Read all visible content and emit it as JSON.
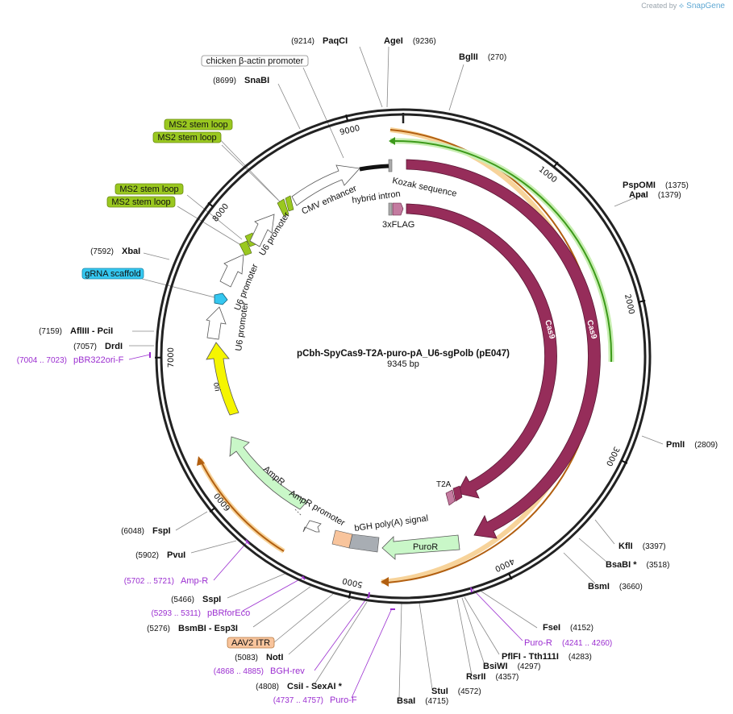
{
  "credit": {
    "prefix": "Created by",
    "brand": "SnapGene"
  },
  "plasmid": {
    "name": "pCbh-SpyCas9-T2A-puro-pA_U6-sgPolb (pE047)",
    "size_label": "9345 bp",
    "total_bp": 9345
  },
  "colors": {
    "cas9": "#962d5a",
    "flag": "#c47ba0",
    "ms2": "#9ac820",
    "ori": "#f5f500",
    "ampr": "#c9f7c8",
    "scaffold": "#35c7f0",
    "itr": "#f8c49c",
    "bgh": "#a8adb3",
    "orange_track": "#f2a33a",
    "green_track": "#3c9a1a",
    "primer": "#9b2ed0"
  },
  "ticks": [
    {
      "label": "1000",
      "bp": 1000
    },
    {
      "label": "2000",
      "bp": 2000
    },
    {
      "label": "3000",
      "bp": 3000
    },
    {
      "label": "4000",
      "bp": 4000
    },
    {
      "label": "5000",
      "bp": 5000
    },
    {
      "label": "6000",
      "bp": 6000
    },
    {
      "label": "7000",
      "bp": 7000
    },
    {
      "label": "8000",
      "bp": 8000
    },
    {
      "label": "9000",
      "bp": 9000
    }
  ],
  "sites": [
    {
      "name": "PaqCI",
      "pos": "(9214)",
      "bp": 9214
    },
    {
      "name": "AgeI",
      "pos": "(9236)",
      "bp": 9236
    },
    {
      "name": "BglII",
      "pos": "(270)",
      "bp": 270
    },
    {
      "name": "SnaBI",
      "pos": "(8699)",
      "bp": 8699
    },
    {
      "name": "PspOMI",
      "pos": "(1375)",
      "bp": 1375
    },
    {
      "name": "ApaI",
      "pos": "(1379)",
      "bp": 1379
    },
    {
      "name": "XbaI",
      "pos": "(7592)",
      "bp": 7592
    },
    {
      "name": "AflIII - PciI",
      "pos": "(7159)",
      "bp": 7159
    },
    {
      "name": "DrdI",
      "pos": "(7057)",
      "bp": 7057
    },
    {
      "name": "PmlI",
      "pos": "(2809)",
      "bp": 2809
    },
    {
      "name": "KflI",
      "pos": "(3397)",
      "bp": 3397
    },
    {
      "name": "BsaBI *",
      "pos": "(3518)",
      "bp": 3518
    },
    {
      "name": "BsmI",
      "pos": "(3660)",
      "bp": 3660
    },
    {
      "name": "FspI",
      "pos": "(6048)",
      "bp": 6048
    },
    {
      "name": "PvuI",
      "pos": "(5902)",
      "bp": 5902
    },
    {
      "name": "SspI",
      "pos": "(5466)",
      "bp": 5466
    },
    {
      "name": "BsmBI - Esp3I",
      "pos": "(5276)",
      "bp": 5276
    },
    {
      "name": "NotI",
      "pos": "(5083)",
      "bp": 5083
    },
    {
      "name": "CsiI - SexAI *",
      "pos": "(4808)",
      "bp": 4808
    },
    {
      "name": "BsaI",
      "pos": "(4715)",
      "bp": 4715
    },
    {
      "name": "StuI",
      "pos": "(4572)",
      "bp": 4572
    },
    {
      "name": "RsrII",
      "pos": "(4357)",
      "bp": 4357
    },
    {
      "name": "BsiWI",
      "pos": "(4297)",
      "bp": 4297
    },
    {
      "name": "PflFI - Tth111I",
      "pos": "(4283)",
      "bp": 4283
    },
    {
      "name": "FseI",
      "pos": "(4152)",
      "bp": 4152
    }
  ],
  "primers": [
    {
      "name": "pBR322ori-F",
      "range": "(7004 .. 7023)",
      "bp": 7013
    },
    {
      "name": "Amp-R",
      "range": "(5702 .. 5721)",
      "bp": 5711
    },
    {
      "name": "pBRforEco",
      "range": "(5293 .. 5311)",
      "bp": 5302
    },
    {
      "name": "BGH-rev",
      "range": "(4868 .. 4885)",
      "bp": 4876
    },
    {
      "name": "Puro-F",
      "range": "(4737 .. 4757)",
      "bp": 4747
    },
    {
      "name": "Puro-R",
      "range": "(4241 .. 4260)",
      "bp": 4250
    }
  ],
  "feature_boxes": [
    {
      "text": "chicken β-actin promoter",
      "kind": "plain"
    },
    {
      "text": "MS2 stem loop",
      "kind": "ms2"
    },
    {
      "text": "MS2 stem loop",
      "kind": "ms2"
    },
    {
      "text": "MS2 stem loop",
      "kind": "ms2"
    },
    {
      "text": "MS2 stem loop",
      "kind": "ms2"
    },
    {
      "text": "gRNA scaffold",
      "kind": "scaffold"
    },
    {
      "text": "AAV2 ITR",
      "kind": "itr"
    }
  ],
  "feature_labels": {
    "cas9_outer": "Cas9",
    "cas9_inner": "Cas9",
    "cmv": "CMV enhancer",
    "intron": "hybrid intron",
    "kozak": "Kozak sequence",
    "flag": "3xFLAG",
    "t2a": "T2A",
    "puror": "PuroR",
    "bgh": "bGH poly(A) signal",
    "ampr": "AmpR",
    "ampr_promoter": "AmpR promoter",
    "ori": "ori",
    "u6_1": "U6 promoter",
    "u6_2": "U6 promoter",
    "u6_3": "U6 promoter"
  }
}
